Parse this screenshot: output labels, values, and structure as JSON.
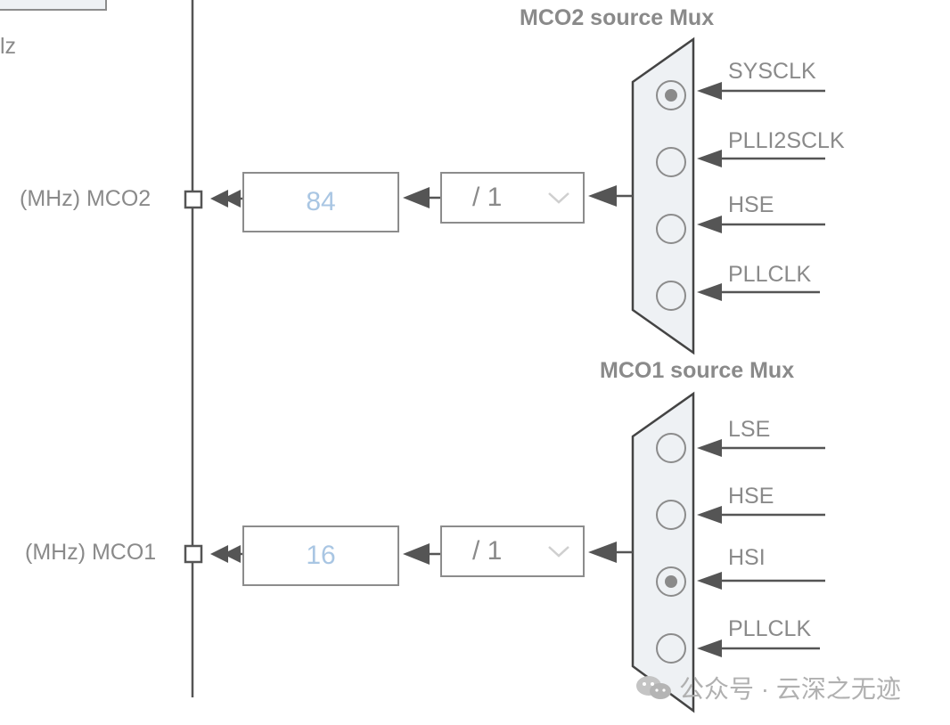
{
  "corner_text": "lz",
  "mco2": {
    "mux_title": "MCO2 source Mux",
    "output_label": "(MHz) MCO2",
    "frequency": "84",
    "divider": "/ 1",
    "sources": [
      {
        "label": "SYSCLK",
        "selected": true
      },
      {
        "label": "PLLI2SCLK",
        "selected": false
      },
      {
        "label": "HSE",
        "selected": false
      },
      {
        "label": "PLLCLK",
        "selected": false
      }
    ]
  },
  "mco1": {
    "mux_title": "MCO1 source Mux",
    "output_label": "(MHz) MCO1",
    "frequency": "16",
    "divider": "/ 1",
    "sources": [
      {
        "label": "LSE",
        "selected": false
      },
      {
        "label": "HSE",
        "selected": false
      },
      {
        "label": "HSI",
        "selected": true
      },
      {
        "label": "PLLCLK",
        "selected": false
      }
    ]
  },
  "watermark": "公众号 · 云深之无迹",
  "colors": {
    "line": "#555555",
    "border": "#8c8c8c",
    "mux_fill": "#eef1f4",
    "value_text": "#a9c6e3",
    "label": "#8a8a8a"
  }
}
